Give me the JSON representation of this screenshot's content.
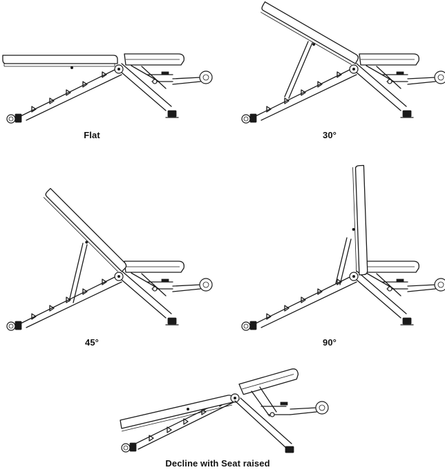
{
  "positions": [
    {
      "key": "flat",
      "label": "Flat"
    },
    {
      "key": "30",
      "label": "30°"
    },
    {
      "key": "45",
      "label": "45°"
    },
    {
      "key": "90",
      "label": "90°"
    },
    {
      "key": "decline",
      "label": "Decline with Seat raised"
    }
  ]
}
